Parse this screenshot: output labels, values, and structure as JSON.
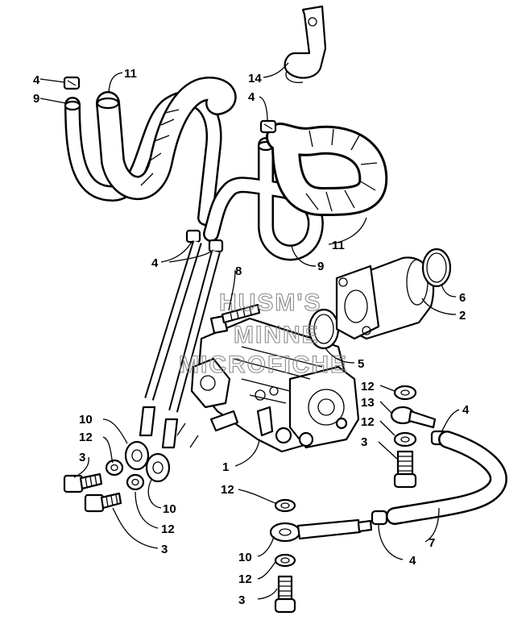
{
  "watermark": {
    "line1": "HUSM'S",
    "line2": "MINNE",
    "line3": "MICROFICHE"
  },
  "callouts": [
    {
      "id": "c-4-topleft",
      "label": "4"
    },
    {
      "id": "c-9-topleft",
      "label": "9"
    },
    {
      "id": "c-11-top",
      "label": "11"
    },
    {
      "id": "c-14",
      "label": "14"
    },
    {
      "id": "c-4-topmid",
      "label": "4"
    },
    {
      "id": "c-4-mid",
      "label": "4"
    },
    {
      "id": "c-11-right",
      "label": "11"
    },
    {
      "id": "c-9-right",
      "label": "9"
    },
    {
      "id": "c-8",
      "label": "8"
    },
    {
      "id": "c-6",
      "label": "6"
    },
    {
      "id": "c-2",
      "label": "2"
    },
    {
      "id": "c-5",
      "label": "5"
    },
    {
      "id": "c-12-right-a",
      "label": "12"
    },
    {
      "id": "c-13",
      "label": "13"
    },
    {
      "id": "c-12-right-b",
      "label": "12"
    },
    {
      "id": "c-3-right",
      "label": "3"
    },
    {
      "id": "c-4-right",
      "label": "4"
    },
    {
      "id": "c-10-left",
      "label": "10"
    },
    {
      "id": "c-12-left",
      "label": "12"
    },
    {
      "id": "c-3-left",
      "label": "3"
    },
    {
      "id": "c-1",
      "label": "1"
    },
    {
      "id": "c-10-mid",
      "label": "10"
    },
    {
      "id": "c-12-mid",
      "label": "12"
    },
    {
      "id": "c-3-mid",
      "label": "3"
    },
    {
      "id": "c-12-center",
      "label": "12"
    },
    {
      "id": "c-7",
      "label": "7"
    },
    {
      "id": "c-4-bottom",
      "label": "4"
    },
    {
      "id": "c-10-bottom",
      "label": "10"
    },
    {
      "id": "c-12-bottom",
      "label": "12"
    },
    {
      "id": "c-3-bottom",
      "label": "3"
    }
  ]
}
